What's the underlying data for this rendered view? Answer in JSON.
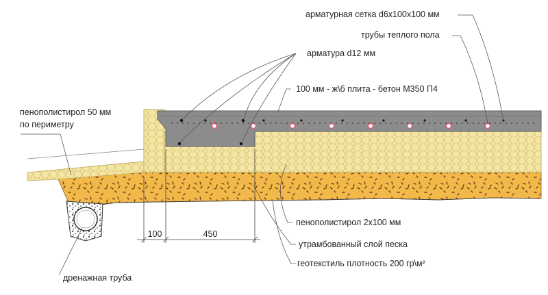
{
  "labels": {
    "mesh": "арматурная сетка d6х100х100 мм",
    "heating_pipes": "трубы теплого пола",
    "rebar": "арматура d12 мм",
    "slab": "100 мм - ж\\б плита - бетон М350 П4",
    "eps_perimeter_line1": "пенополистирол 50 мм",
    "eps_perimeter_line2": "по периметру",
    "eps_2x100": "пенополистирол 2х100 мм",
    "sand": "утрамбованный слой песка",
    "geotextile": "геотекстиль плотность 200 гр\\м²",
    "drain": "дренажная труба"
  },
  "dimensions": {
    "d100": "100",
    "d450": "450"
  },
  "colors": {
    "concrete": "#8c8c8c",
    "concrete_dark": "#6f6f6f",
    "foam": "#f3e6a6",
    "foam_line": "#d9c36a",
    "sand": "#f2b84a",
    "sand_fleck": "#6b3d16",
    "leader": "#555555",
    "pipe": "#e84b6a"
  }
}
